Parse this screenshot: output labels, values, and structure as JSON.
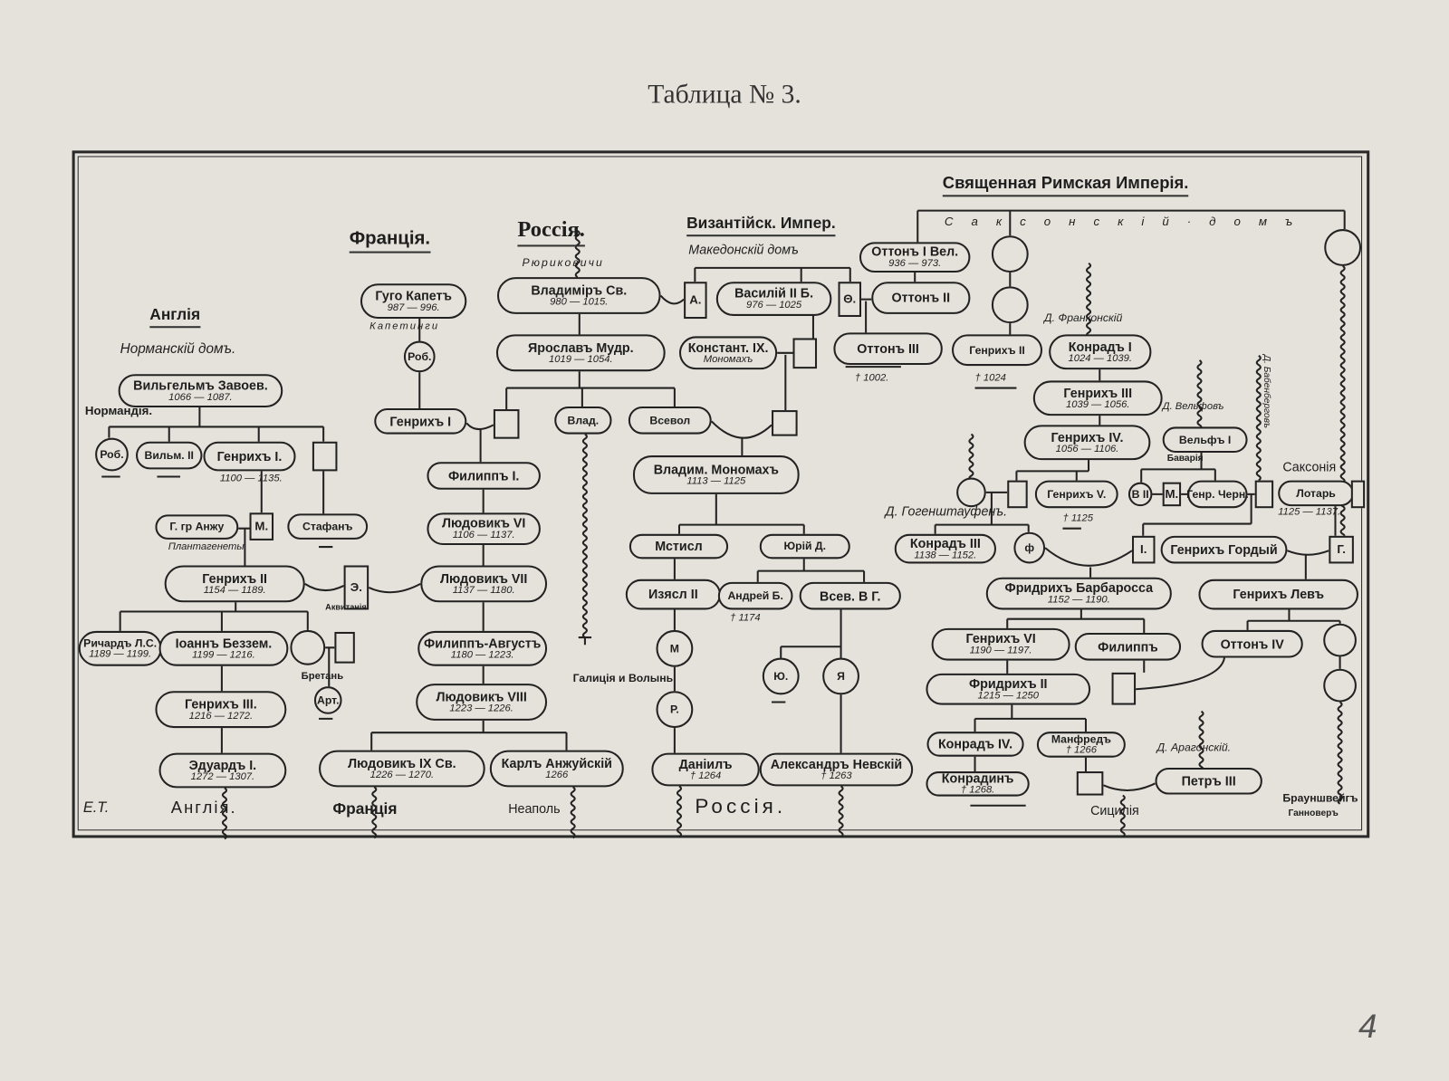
{
  "title": "Таблица № 3.",
  "labels": {
    "england": "Англія",
    "england_house": "Норманскій домъ.",
    "normandy": "Нормандія.",
    "plantagenets": "Плантагенеты",
    "aquitaine": "Аквитанія",
    "brittany": "Бретань",
    "france": "Франція.",
    "capetians": "Капетинги",
    "russia": "Россія.",
    "rurikids": "Рюриковичи",
    "byzantium": "Византійск. Импер.",
    "macedonian": "Македонскій домъ",
    "hre": "Священная Римская Имперія.",
    "saxon": "С а к с о н с к і й · д о м ъ",
    "franconian": "Д. Франконскій",
    "welfs": "Д. Вельфовъ",
    "bavaria": "Баварія",
    "saxony": "Саксонія",
    "hohenstaufen": "Д. Гогенштауфенъ.",
    "galicia": "Галиція и Волынь",
    "aragon": "Д. Арагонскій.",
    "babenberg": "Д. Бабенберговъ",
    "footer_england": "Англія.",
    "footer_france": "Франція",
    "footer_naples": "Неаполь",
    "footer_russia": "Россія.",
    "footer_sicily": "Сицилія",
    "footer_braunschweig": "Брауншвейгъ",
    "footer_hannover": "Ганноверъ",
    "signature": "Е.Т.",
    "page_number": "4"
  },
  "nodes": {
    "wilhelm": {
      "name": "Вильгельмъ Завоев.",
      "dates": "1066 — 1087."
    },
    "rob_n": {
      "name": "Роб."
    },
    "wilhelm2": {
      "name": "Вильм. II"
    },
    "henry1_en": {
      "name": "Генрихъ I.",
      "dates": "1100 — 1135."
    },
    "geoffrey": {
      "name": "Г. гр Анжу"
    },
    "matilda": {
      "name": "М."
    },
    "stephen": {
      "name": "Стафанъ"
    },
    "henry2_en": {
      "name": "Генрихъ II",
      "dates": "1154 — 1189."
    },
    "eleanor": {
      "name": "Э."
    },
    "richard": {
      "name": "Ричардъ Л.С.",
      "dates": "1189 — 1199."
    },
    "john": {
      "name": "Іоаннъ Беззем.",
      "dates": "1199 — 1216."
    },
    "arthur": {
      "name": "Арт."
    },
    "henry3_en": {
      "name": "Генрихъ III.",
      "dates": "1216 — 1272."
    },
    "edward1": {
      "name": "Эдуардъ I.",
      "dates": "1272 — 1307."
    },
    "hugo": {
      "name": "Гуго Капетъ",
      "dates": "987 — 996."
    },
    "rob_f": {
      "name": "Роб."
    },
    "henry1_fr": {
      "name": "Генрихъ I"
    },
    "philip1": {
      "name": "Филиппъ I."
    },
    "louis6": {
      "name": "Людовикъ VI",
      "dates": "1106 — 1137."
    },
    "louis7": {
      "name": "Людовикъ VII",
      "dates": "1137 — 1180."
    },
    "philip_aug": {
      "name": "Филиппъ-Августъ",
      "dates": "1180 — 1223."
    },
    "louis8": {
      "name": "Людовикъ VIII",
      "dates": "1223 — 1226."
    },
    "louis9": {
      "name": "Людовикъ IX Св.",
      "dates": "1226 — 1270."
    },
    "charles_anjou": {
      "name": "Карлъ Анжуйскій",
      "dates": "1266"
    },
    "vladimir": {
      "name": "Владимiръ Св.",
      "dates": "980 — 1015."
    },
    "anna": {
      "name": "А."
    },
    "yaroslav": {
      "name": "Ярославъ Мудр.",
      "dates": "1019 — 1054."
    },
    "vlad": {
      "name": "Влад."
    },
    "vsevolod": {
      "name": "Всевол"
    },
    "monomakh": {
      "name": "Владим. Мономахъ",
      "dates": "1113 — 1125"
    },
    "mstislav": {
      "name": "Мстисл"
    },
    "yuri": {
      "name": "Юрій Д."
    },
    "izyaslav": {
      "name": "Изясл II"
    },
    "andrei": {
      "name": "Андрей Б.",
      "dates": "† 1174"
    },
    "vsevolod_bg": {
      "name": "Всев. В Г."
    },
    "m_gal": {
      "name": "М"
    },
    "r_gal": {
      "name": "Р."
    },
    "yu": {
      "name": "Ю."
    },
    "ya": {
      "name": "Я"
    },
    "daniil": {
      "name": "Даніилъ",
      "dates": "† 1264"
    },
    "alexander": {
      "name": "Александръ Невскій",
      "dates": "† 1263"
    },
    "basil": {
      "name": "Василій II Б.",
      "dates": "976 — 1025"
    },
    "theophano": {
      "name": "Θ."
    },
    "constantine": {
      "name": "Констант. IX.",
      "dates": "Мономахъ"
    },
    "otto1": {
      "name": "Оттонъ I Вел.",
      "dates": "936 — 973."
    },
    "otto2": {
      "name": "Оттонъ II"
    },
    "otto3": {
      "name": "Оттонъ III",
      "dates": "† 1002."
    },
    "henry2_hre": {
      "name": "Генрихъ II",
      "dates": "† 1024"
    },
    "conrad1": {
      "name": "Конрадъ I",
      "dates": "1024 — 1039."
    },
    "henry3_hre": {
      "name": "Генрихъ III",
      "dates": "1039 — 1056."
    },
    "henry4": {
      "name": "Генрихъ IV.",
      "dates": "1056 — 1106."
    },
    "welf1": {
      "name": "Вельфъ I"
    },
    "henry5": {
      "name": "Генрихъ V.",
      "dates": "† 1125"
    },
    "b2": {
      "name": "В II"
    },
    "m_w": {
      "name": "М."
    },
    "henry_black": {
      "name": "Генр. Черн."
    },
    "lothar": {
      "name": "Лотарь",
      "dates": "1125 — 1137."
    },
    "conrad3": {
      "name": "Конрадъ III",
      "dates": "1138 — 1152."
    },
    "f_circle": {
      "name": "ф"
    },
    "i_sq": {
      "name": "I."
    },
    "henry_proud": {
      "name": "Генрихъ Гордый"
    },
    "g_sq": {
      "name": "Г."
    },
    "barbarossa": {
      "name": "Фридрихъ Барбаросса",
      "dates": "1152 — 1190."
    },
    "henry_lion": {
      "name": "Генрихъ Левъ"
    },
    "henry6": {
      "name": "Генрихъ VI",
      "dates": "1190 — 1197."
    },
    "philipp": {
      "name": "Филиппъ"
    },
    "otto4": {
      "name": "Оттонъ IV"
    },
    "frederick2": {
      "name": "Фридрихъ II",
      "dates": "1215 — 1250"
    },
    "conrad4": {
      "name": "Конрадъ IV."
    },
    "manfred": {
      "name": "Манфредъ",
      "dates": "† 1266"
    },
    "conradin": {
      "name": "Конрадинъ",
      "dates": "† 1268."
    },
    "peter3": {
      "name": "Петръ III"
    }
  }
}
